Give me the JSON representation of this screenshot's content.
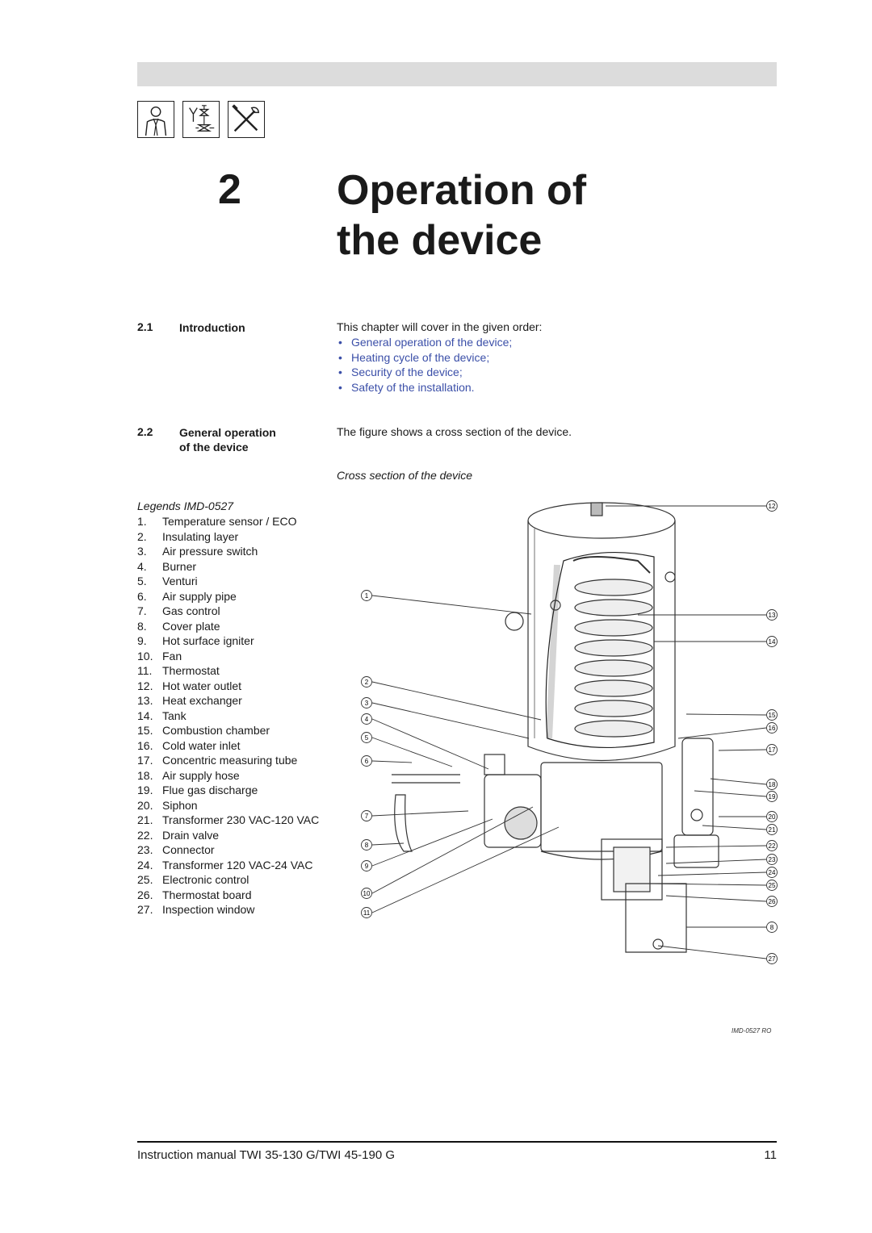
{
  "header": {
    "icons": [
      "installer-person-icon",
      "valve-symbol-icon",
      "tools-icon"
    ]
  },
  "chapter": {
    "number": "2",
    "title_line1": "Operation of",
    "title_line2": "the device"
  },
  "section_intro": {
    "number": "2.1",
    "title": "Introduction",
    "lead": "This chapter will cover in the given order:",
    "bullets": [
      "General operation of the device;",
      "Heating cycle of the device;",
      "Security of the device;",
      "Safety of the installation."
    ],
    "bullet_color": "#3b4fa8"
  },
  "section_general": {
    "number": "2.2",
    "title_line1": "General operation",
    "title_line2": "of the device",
    "text": "The figure shows a cross section of the device."
  },
  "figure": {
    "caption": "Cross section of the device",
    "code": "IMD-0527 RO",
    "left_callouts": [
      "1",
      "2",
      "3",
      "4",
      "5",
      "6",
      "7",
      "8",
      "9",
      "10",
      "11"
    ],
    "right_callouts": [
      "12",
      "13",
      "14",
      "15",
      "16",
      "17",
      "18",
      "19",
      "20",
      "21",
      "22",
      "23",
      "24",
      "25",
      "26",
      "8",
      "27"
    ]
  },
  "legend": {
    "title": "Legends IMD-0527",
    "items": [
      {
        "n": "1.",
        "label": "Temperature sensor / ECO"
      },
      {
        "n": "2.",
        "label": "Insulating layer"
      },
      {
        "n": "3.",
        "label": "Air pressure switch"
      },
      {
        "n": "4.",
        "label": "Burner"
      },
      {
        "n": "5.",
        "label": "Venturi"
      },
      {
        "n": "6.",
        "label": "Air supply pipe"
      },
      {
        "n": "7.",
        "label": "Gas control"
      },
      {
        "n": "8.",
        "label": "Cover plate"
      },
      {
        "n": "9.",
        "label": "Hot surface igniter"
      },
      {
        "n": "10.",
        "label": "Fan"
      },
      {
        "n": "11.",
        "label": "Thermostat"
      },
      {
        "n": "12.",
        "label": "Hot water outlet"
      },
      {
        "n": "13.",
        "label": "Heat exchanger"
      },
      {
        "n": "14.",
        "label": "Tank"
      },
      {
        "n": "15.",
        "label": "Combustion chamber"
      },
      {
        "n": "16.",
        "label": "Cold water inlet"
      },
      {
        "n": "17.",
        "label": "Concentric measuring tube"
      },
      {
        "n": "18.",
        "label": "Air supply hose"
      },
      {
        "n": "19.",
        "label": "Flue gas discharge"
      },
      {
        "n": "20.",
        "label": "Siphon"
      },
      {
        "n": "21.",
        "label": "Transformer 230 VAC-120 VAC"
      },
      {
        "n": "22.",
        "label": "Drain valve"
      },
      {
        "n": "23.",
        "label": "Connector"
      },
      {
        "n": "24.",
        "label": "Transformer 120 VAC-24 VAC"
      },
      {
        "n": "25.",
        "label": "Electronic control"
      },
      {
        "n": "26.",
        "label": "Thermostat board"
      },
      {
        "n": "27.",
        "label": "Inspection window"
      }
    ]
  },
  "footer": {
    "title": "Instruction manual TWI 35-130 G/TWI 45-190 G",
    "page": "11"
  }
}
